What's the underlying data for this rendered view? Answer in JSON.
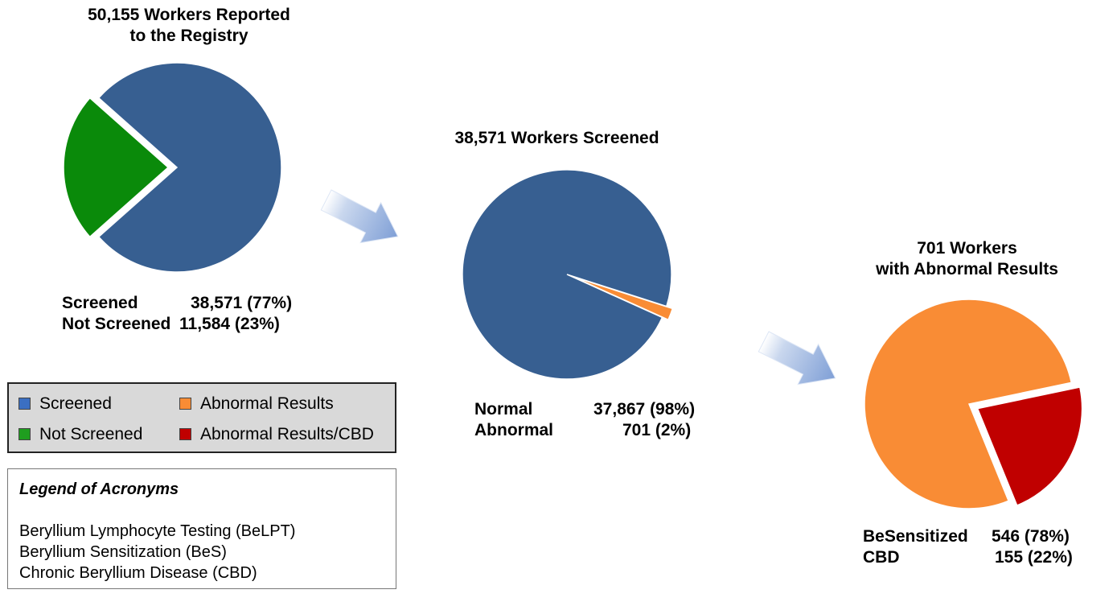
{
  "chart_data": [
    {
      "type": "pie",
      "title_line1": "50,155 Workers Reported",
      "title_line2": "to the Registry",
      "slices": [
        {
          "label": "Screened",
          "value": 38571,
          "display": "38,571 (77%)",
          "color": "#375f91"
        },
        {
          "label": "Not Screened",
          "value": 11584,
          "display": "11,584 (23%)",
          "color": "#0a8a0a"
        }
      ]
    },
    {
      "type": "pie",
      "title_line1": "38,571 Workers Screened",
      "slices": [
        {
          "label": "Normal",
          "value": 37867,
          "display": "37,867 (98%)",
          "color": "#375f91"
        },
        {
          "label": "Abnormal",
          "value": 701,
          "display": "701 (2%)",
          "color": "#f98c35"
        }
      ]
    },
    {
      "type": "pie",
      "title_line1": "701 Workers",
      "title_line2": "with Abnormal Results",
      "slices": [
        {
          "label": "BeSensitized",
          "value": 546,
          "display": "546 (78%)",
          "color": "#f98c35"
        },
        {
          "label": "CBD",
          "value": 155,
          "display": "155 (22%)",
          "color": "#c00000"
        }
      ]
    }
  ],
  "legend": {
    "items": [
      {
        "label": "Screened",
        "color": "#3b6fc2"
      },
      {
        "label": "Abnormal Results",
        "color": "#f98c35"
      },
      {
        "label": "Not Screened",
        "color": "#1f9e1f"
      },
      {
        "label": "Abnormal Results/CBD",
        "color": "#c00000"
      }
    ]
  },
  "acronyms": {
    "title": "Legend of Acronyms",
    "lines": [
      "Beryllium Lymphocyte Testing (BeLPT)",
      "Beryllium Sensitization (BeS)",
      "Chronic Beryllium Disease (CBD)"
    ]
  }
}
